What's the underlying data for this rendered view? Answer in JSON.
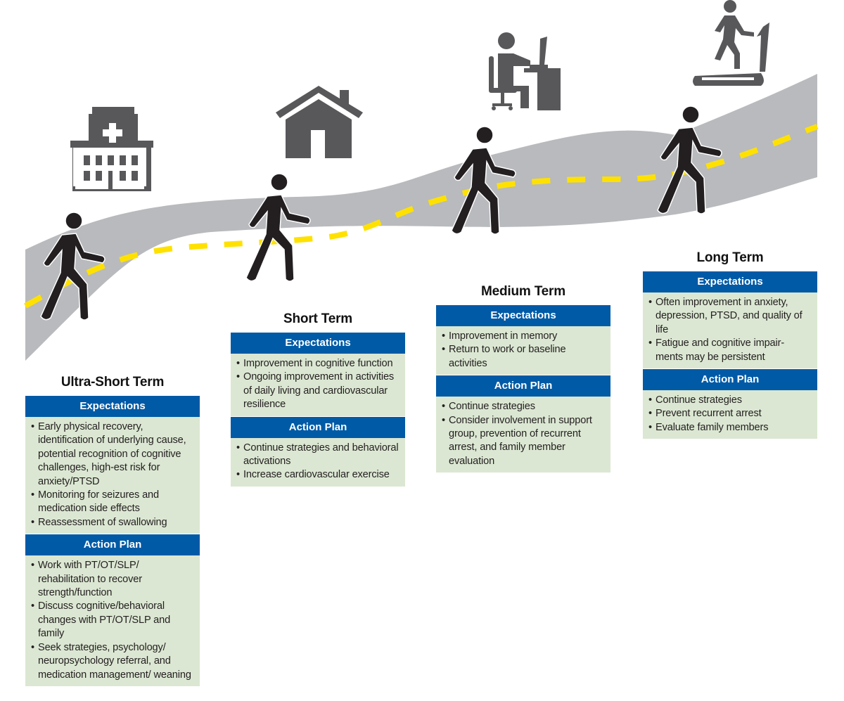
{
  "colors": {
    "road": "#b9babd",
    "road_dash": "#ffe100",
    "walker": "#231f20",
    "icon": "#58585b",
    "header_blue": "#005aa6",
    "body_green": "#dbe7d2"
  },
  "icons": {
    "hospital": "hospital-icon",
    "home": "house-icon",
    "work": "desk-computer-worker-icon",
    "exercise": "treadmill-icon",
    "walker": "walking-person-icon"
  },
  "stages": [
    {
      "title": "Ultra-Short Term",
      "expectations_label": "Expectations",
      "expectations": [
        "Early physical recovery, identification of underlying cause, potential recognition of cognitive challenges, high-est risk for anxiety/PTSD",
        "Monitoring for seizures and medication side effects",
        "Reassessment of swallowing"
      ],
      "action_label": "Action Plan",
      "actions": [
        "Work with PT/OT/SLP/ rehabilitation to recover strength/function",
        "Discuss cognitive/behavioral changes with PT/OT/SLP and family",
        "Seek strategies, psychology/ neuropsychology referral, and medication management/ weaning"
      ]
    },
    {
      "title": "Short Term",
      "expectations_label": "Expectations",
      "expectations": [
        "Improvement in cognitive function",
        "Ongoing improvement in activities of daily living and cardiovascular resilience"
      ],
      "action_label": "Action Plan",
      "actions": [
        "Continue strategies and behavioral activations",
        "Increase cardiovascular exercise"
      ]
    },
    {
      "title": "Medium Term",
      "expectations_label": "Expectations",
      "expectations": [
        "Improvement in memory",
        "Return to work or baseline activities"
      ],
      "action_label": "Action Plan",
      "actions": [
        "Continue strategies",
        "Consider involvement in support group, prevention of recurrent arrest, and family member evaluation"
      ]
    },
    {
      "title": "Long Term",
      "expectations_label": "Expectations",
      "expectations": [
        "Often improvement in anxiety, depression, PTSD, and quality of life",
        "Fatigue and cognitive impair-ments may be persistent"
      ],
      "action_label": "Action Plan",
      "actions": [
        "Continue strategies",
        "Prevent recurrent arrest",
        "Evaluate family members"
      ]
    }
  ]
}
